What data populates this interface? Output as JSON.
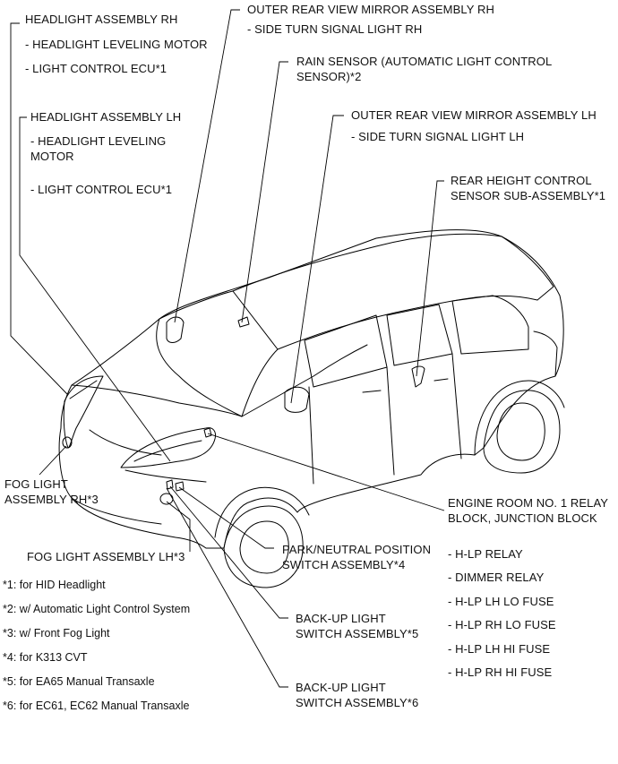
{
  "labels": {
    "headlight_rh_title": "HEADLIGHT ASSEMBLY RH",
    "headlight_rh_sub1": "- HEADLIGHT LEVELING MOTOR",
    "headlight_rh_sub2": "- LIGHT CONTROL ECU*1",
    "headlight_lh_title": "HEADLIGHT ASSEMBLY LH",
    "headlight_lh_sub1a": "- HEADLIGHT LEVELING",
    "headlight_lh_sub1b": "MOTOR",
    "headlight_lh_sub2": "- LIGHT CONTROL ECU*1",
    "mirror_rh_title": "OUTER REAR VIEW MIRROR ASSEMBLY RH",
    "mirror_rh_sub": "- SIDE TURN SIGNAL LIGHT RH",
    "rain_sensor_a": "RAIN SENSOR (AUTOMATIC LIGHT CONTROL",
    "rain_sensor_b": "SENSOR)*2",
    "mirror_lh_title": "OUTER REAR VIEW MIRROR ASSEMBLY LH",
    "mirror_lh_sub": "- SIDE TURN SIGNAL LIGHT LH",
    "rear_height_a": "REAR HEIGHT CONTROL",
    "rear_height_b": "SENSOR SUB-ASSEMBLY*1",
    "fog_rh_a": "FOG LIGHT",
    "fog_rh_b": "ASSEMBLY RH*3",
    "fog_lh": "FOG LIGHT ASSEMBLY LH*3",
    "engine_room_a": "ENGINE ROOM NO. 1 RELAY",
    "engine_room_b": "BLOCK, JUNCTION BLOCK",
    "park_neutral_a": "PARK/NEUTRAL POSITION",
    "park_neutral_b": "SWITCH ASSEMBLY*4",
    "backup5_a": "BACK-UP LIGHT",
    "backup5_b": "SWITCH ASSEMBLY*5",
    "backup6_a": "BACK-UP LIGHT",
    "backup6_b": "SWITCH ASSEMBLY*6"
  },
  "relay_items": [
    "- H-LP RELAY",
    "- DIMMER RELAY",
    "- H-LP LH LO FUSE",
    "- H-LP RH LO FUSE",
    "- H-LP LH HI FUSE",
    "- H-LP RH HI FUSE"
  ],
  "footnotes": [
    "*1: for HID Headlight",
    "*2: w/ Automatic Light Control System",
    "*3: w/ Front Fog Light",
    "*4: for K313 CVT",
    "*5: for EA65 Manual Transaxle",
    "*6: for EC61, EC62 Manual Transaxle"
  ]
}
